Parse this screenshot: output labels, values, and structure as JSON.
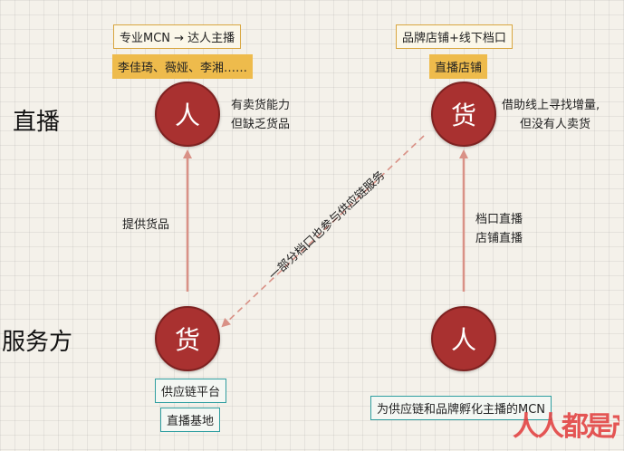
{
  "rows": {
    "top": "直播",
    "bottom": "服务方"
  },
  "nodes": {
    "top_left": "人",
    "top_right": "货",
    "bottom_left": "货",
    "bottom_right": "人"
  },
  "labels": {
    "top_left_box": "专业MCN → 达人主播",
    "top_left_names": "李佳琦、薇娅、李湘……",
    "top_right_box": "品牌店铺+线下档口",
    "top_right_sub": "直播店铺",
    "bottom_left_box1": "供应链平台",
    "bottom_left_box2": "直播基地",
    "bottom_right_box": "为供应链和品牌孵化主播的MCN"
  },
  "notes": {
    "top_left": [
      "有卖货能力",
      "但缺乏货品"
    ],
    "top_right": [
      "借助线上寻找增量,",
      "但没有人卖货"
    ],
    "left_arrow": "提供货品",
    "right_arrow": [
      "档口直播",
      "店铺直播"
    ],
    "diagonal": "一部分档口也参与供应链服务"
  },
  "watermark": "人人都是产品经理",
  "colors": {
    "circle": "#a93130",
    "arrow": "#d99186",
    "accent_fill": "#eebb4c",
    "teal_border": "#2f9ea0"
  }
}
